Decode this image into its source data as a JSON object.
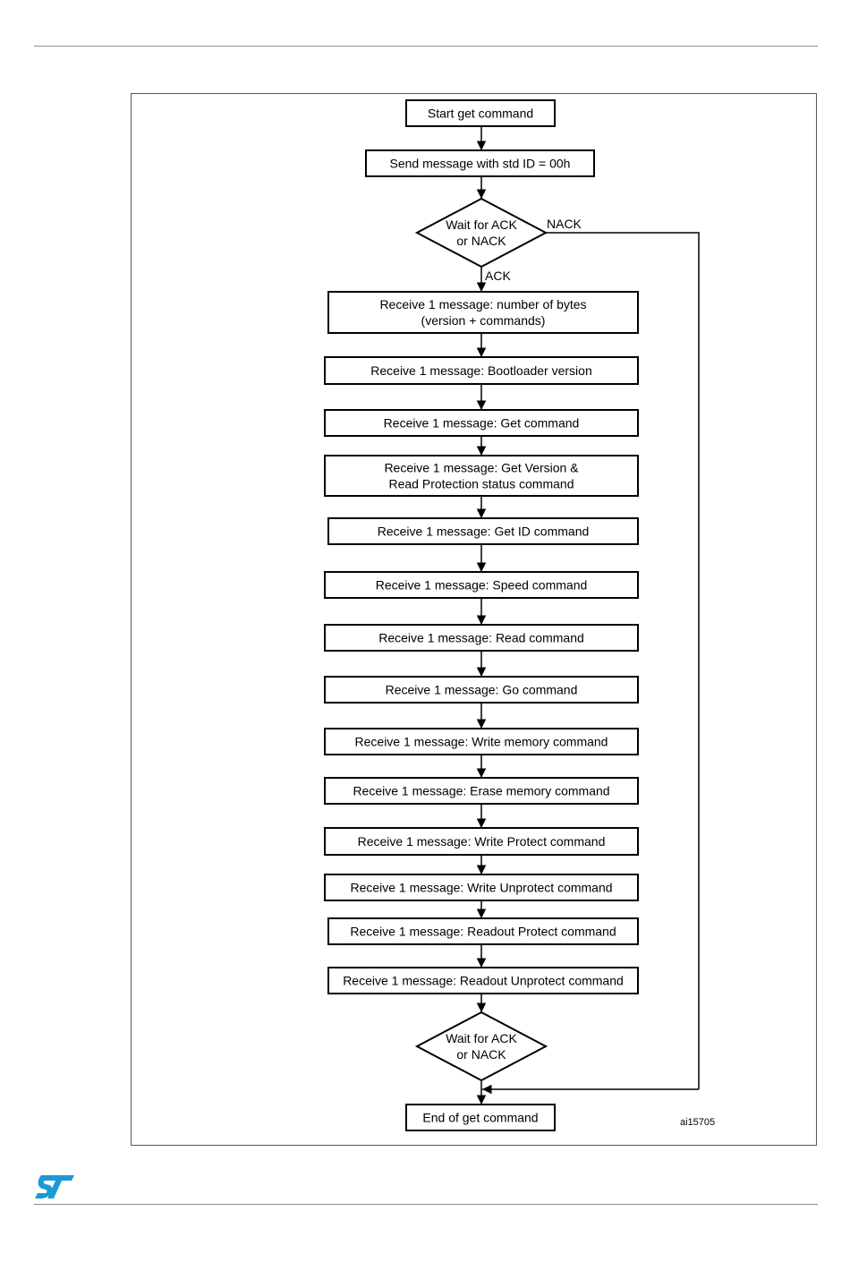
{
  "flowchart": {
    "start": "Start get command",
    "send": "Send message with std ID = 00h",
    "decision1": [
      "Wait for ACK",
      "or NACK"
    ],
    "ack_label": "ACK",
    "nack_label": "NACK",
    "receive_steps": [
      [
        "Receive 1 message: number of bytes",
        "(version + commands)"
      ],
      [
        "Receive 1 message: Bootloader version"
      ],
      [
        "Receive 1 message: Get command"
      ],
      [
        "Receive 1 message: Get Version &",
        "Read Protection status command"
      ],
      [
        "Receive 1 message: Get ID command"
      ],
      [
        "Receive 1 message: Speed command"
      ],
      [
        "Receive 1 message: Read command"
      ],
      [
        "Receive 1 message: Go command"
      ],
      [
        "Receive 1 message: Write memory command"
      ],
      [
        "Receive 1 message: Erase memory command"
      ],
      [
        "Receive 1 message: Write Protect command"
      ],
      [
        "Receive 1 message: Write Unprotect command"
      ],
      [
        "Receive 1 message: Readout Protect command"
      ],
      [
        "Receive 1 message: Readout Unprotect command"
      ]
    ],
    "decision2": [
      "Wait for ACK",
      "or NACK"
    ],
    "end": "End of get command",
    "figure_id": "ai15705"
  },
  "footer": {
    "logo": "st-logo-icon",
    "logo_color": "#1a9ad6"
  }
}
